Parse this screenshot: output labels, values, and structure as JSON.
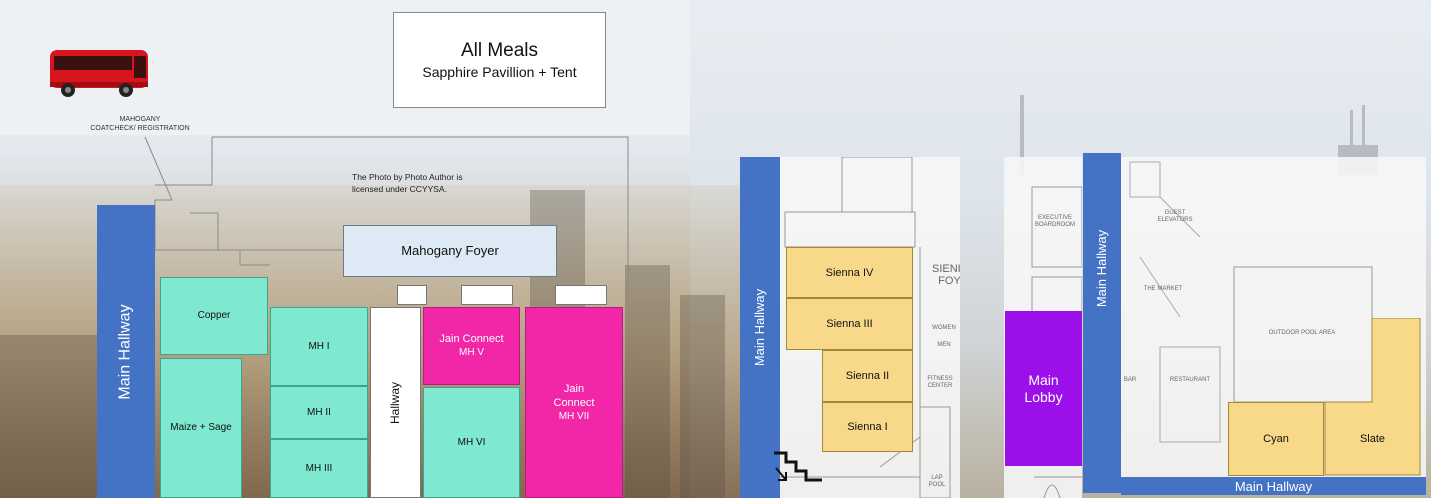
{
  "header": {
    "meals_title": "All Meals",
    "meals_subtitle": "Sapphire Pavillion + Tent"
  },
  "bus_label_line1": "MAHOGANY",
  "bus_label_line2": "COATCHECK/ REGISTRATION",
  "photo_credit_line1": "The Photo by Photo Author is",
  "photo_credit_line2": "licensed under CCYYSA.",
  "left_plan": {
    "main_hallway": "Main Hallway",
    "foyer": "Mahogany Foyer",
    "hallway": "Hallway",
    "rooms": {
      "copper": "Copper",
      "maize_sage": "Maize + Sage",
      "mh1": "MH I",
      "mh2": "MH II",
      "mh3": "MH III",
      "jain_mh5_line1": "Jain Connect",
      "jain_mh5_line2": "MH V",
      "mh6": "MH VI",
      "jain_mh7_line1": "Jain",
      "jain_mh7_line2": "Connect",
      "jain_mh7_line3": "MH VII"
    }
  },
  "middle_plan": {
    "main_hallway": "Main Hallway",
    "rooms": {
      "sienna4": "Sienna IV",
      "sienna3": "Sienna III",
      "sienna2": "Sienna II",
      "sienna1": "Sienna I"
    },
    "labels": {
      "sienna_foyer_1": "SIENI",
      "sienna_foyer_2": "FOY",
      "women": "WOMEN",
      "men": "MEN",
      "fitness_1": "FITNESS",
      "fitness_2": "CENTER",
      "lap_1": "LAP",
      "lap_2": "POOL"
    }
  },
  "right_plan": {
    "main_lobby_line1": "Main",
    "main_lobby_line2": "Lobby",
    "main_hallway_vertical": "Main Hallway",
    "main_hallway_horizontal": "Main Hallway",
    "rooms": {
      "cyan": "Cyan",
      "slate": "Slate"
    },
    "labels": {
      "exec_1": "EXECUTIVE",
      "exec_2": "BOARDROOM",
      "guest_1": "GUEST",
      "guest_2": "ELEVATORS",
      "market": "THE MARKET",
      "pool_area": "OUTDOOR POOL AREA",
      "bar": "BAR",
      "restaurant": "RESTAURANT"
    }
  },
  "colors": {
    "hallway_blue": "#4472c4",
    "teal_room": "#7ee8d0",
    "pink_room": "#f127a8",
    "gold_room": "#f8d98a",
    "lobby_purple": "#9b10e8",
    "foyer_blue": "#dde9f4",
    "bus_red": "#d8141c"
  },
  "icons": [
    "bus-icon",
    "stairs-icon"
  ]
}
